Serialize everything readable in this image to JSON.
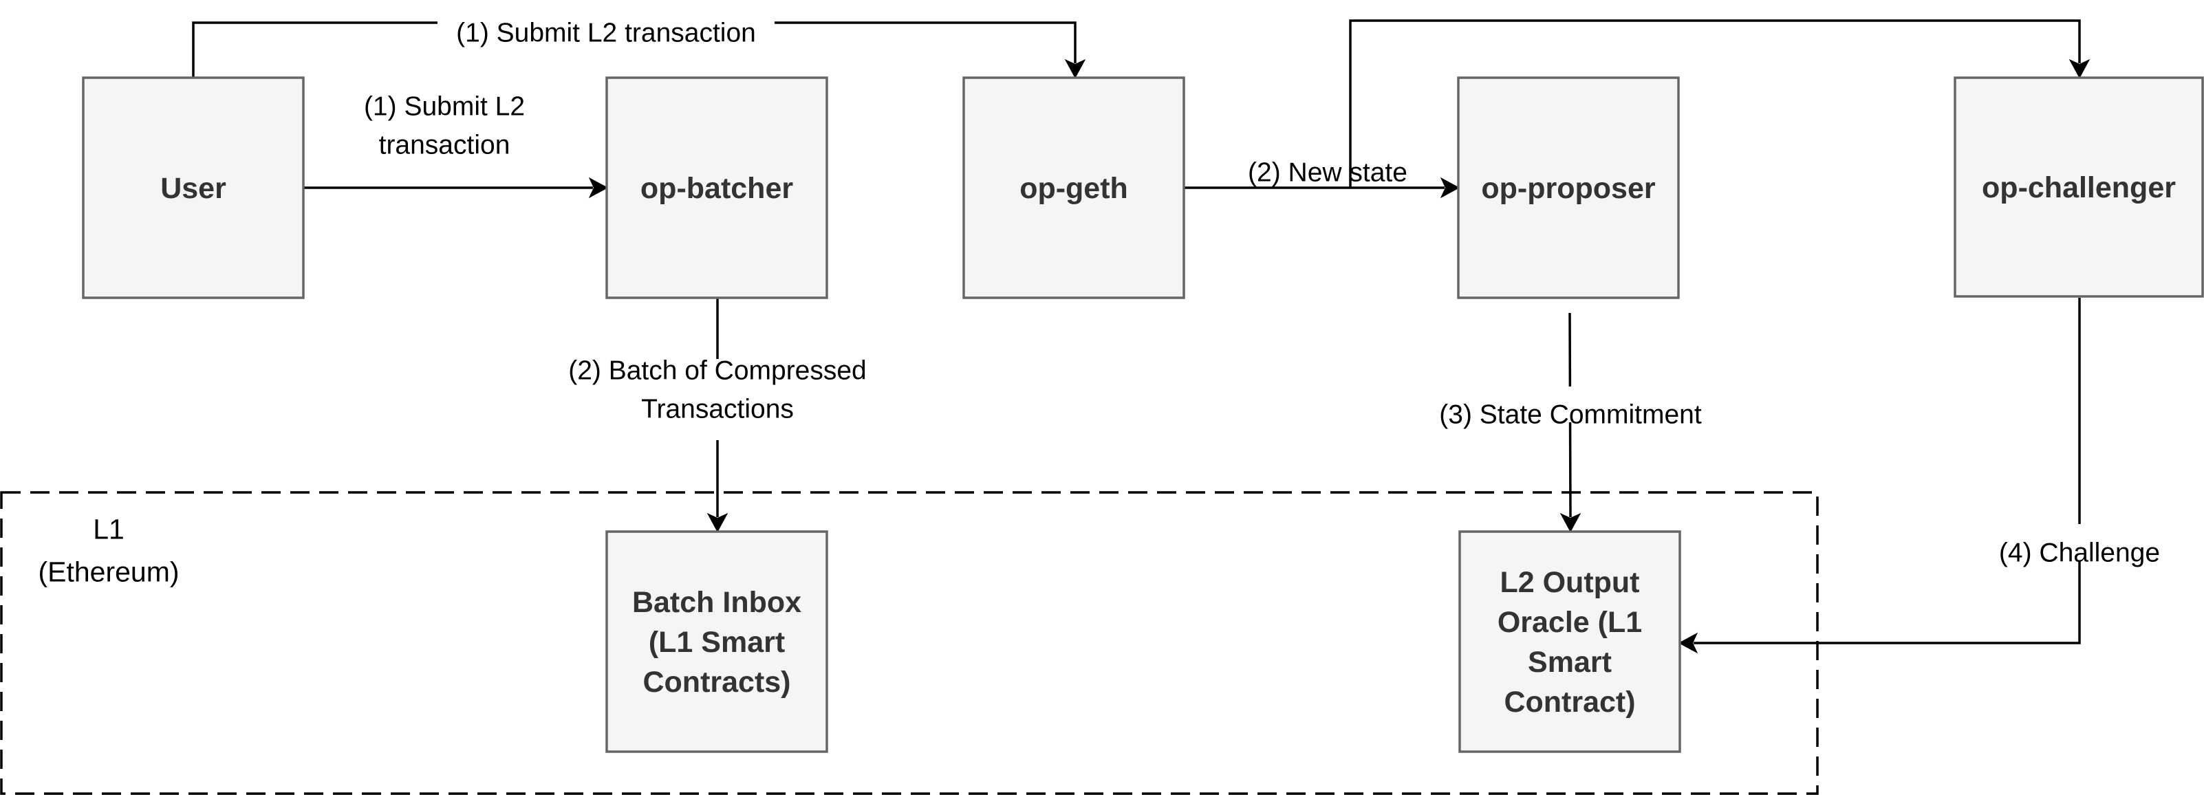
{
  "region": {
    "label": [
      "L1",
      "(Ethereum)"
    ]
  },
  "nodes": {
    "user": {
      "label": [
        "User"
      ]
    },
    "op_batcher": {
      "label": [
        "op-batcher"
      ]
    },
    "op_geth": {
      "label": [
        "op-geth"
      ]
    },
    "op_proposer": {
      "label": [
        "op-proposer"
      ]
    },
    "op_challenger": {
      "label": [
        "op-challenger"
      ]
    },
    "batch_inbox": {
      "label": [
        "Batch Inbox",
        "(L1 Smart",
        "Contracts)"
      ]
    },
    "l2_output_oracle": {
      "label": [
        "L2 Output",
        "Oracle (L1",
        "Smart",
        "Contract)"
      ]
    }
  },
  "edges": {
    "user_to_geth": {
      "label": [
        "(1) Submit L2 transaction"
      ]
    },
    "user_to_batcher": {
      "label": [
        "(1) Submit L2",
        "transaction"
      ]
    },
    "geth_to_proposer": {
      "label": [
        "(2) New state"
      ]
    },
    "geth_to_challenger": {
      "label": []
    },
    "batcher_to_inbox": {
      "label": [
        "(2) Batch of Compressed",
        "Transactions"
      ]
    },
    "proposer_to_oracle": {
      "label": [
        "(3) State Commitment"
      ]
    },
    "challenger_to_oracle": {
      "label": [
        "(4) Challenge"
      ]
    }
  }
}
